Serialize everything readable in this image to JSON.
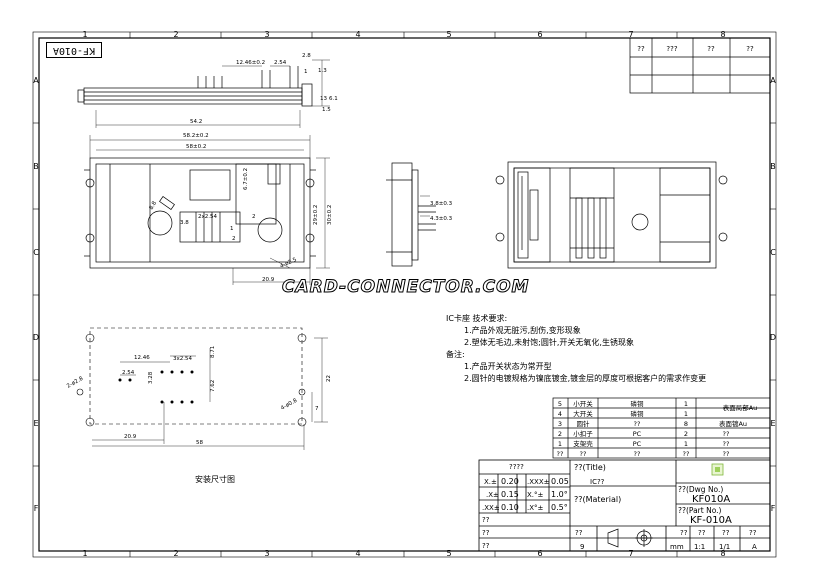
{
  "frame": {
    "cols": [
      "1",
      "2",
      "3",
      "4",
      "5",
      "6",
      "7",
      "8"
    ],
    "rows": [
      "A",
      "B",
      "C",
      "D",
      "E",
      "F"
    ],
    "part_stamp": "KF-010A"
  },
  "revision_table": {
    "headers": [
      "??",
      "???",
      "??",
      "??"
    ]
  },
  "dimensions": {
    "top_pitch": "12.46±0.2",
    "top_2_54": "2.54",
    "top_2_8": "2.8",
    "top_1": "1",
    "top_1_3": "1.3",
    "top_13": "13",
    "top_6_1": "6.1",
    "top_1_5": "1.5",
    "top_len": "54.2",
    "plan_w1": "58.2±0.2",
    "plan_w2": "58±0.2",
    "plan_6_7": "6.7±0.2",
    "plan_2x2_54": "2x2.54",
    "plan_d3_8": "3.8",
    "plan_d1": "1",
    "plan_d2": "2",
    "plan_d8_8": "8.8",
    "plan_2": "2",
    "plan_h1": "29±0.2",
    "plan_h2": "30±0.2",
    "plan_holes": "4-ø2.5",
    "plan_20_9": "20.9",
    "side_3_8": "3.8±0.3",
    "side_4_3": "4.3±0.3",
    "inst_12_46": "12.46",
    "inst_3x2_54": "3x2.54",
    "inst_8_71": "8.71",
    "inst_2_54": "2.54",
    "inst_3_28": "3.28",
    "inst_7_62": "7.62",
    "inst_hole_l": "2-ø2.8",
    "inst_hole_r": "4-ø0.8",
    "inst_20_9": "20.9",
    "inst_58": "58",
    "inst_22": "22",
    "inst_7": "7"
  },
  "watermark": "CARD-CONNECTOR.COM",
  "notes": {
    "title": "IC卡座 技术要求:",
    "req1": "1.产品外观无脏污,刮伤,变形现象",
    "req2": "2.塑体无毛边,未射饱;圆针,开关无氧化,生锈现象",
    "remark_title": "备注:",
    "rem1": "1.产品开关状态为常开型",
    "rem2": "2.圆针的电镀规格为镍底镀金,镀金层的厚度可根据客户的需求作变更"
  },
  "install_label": "安装尺寸图",
  "bom": [
    {
      "no": "5",
      "name": "小开关",
      "mat": "磷铜",
      "qty": "1",
      "note": "表面局部Au"
    },
    {
      "no": "4",
      "name": "大开关",
      "mat": "磷铜",
      "qty": "1",
      "note": ""
    },
    {
      "no": "3",
      "name": "圆针",
      "mat": "??",
      "qty": "8",
      "note": "表面镀Au"
    },
    {
      "no": "2",
      "name": "小扣子",
      "mat": "PC",
      "qty": "2",
      "note": "??"
    },
    {
      "no": "1",
      "name": "支架壳",
      "mat": "PC",
      "qty": "1",
      "note": "??"
    },
    {
      "no": "??",
      "name": "??",
      "mat": "??",
      "qty": "??",
      "note": "??"
    }
  ],
  "title_block": {
    "tol_head": "????",
    "tol": [
      {
        "a": "X.±",
        "b": "0.20",
        ".c": "",
        "c": ".XXX±",
        "d": "0.05"
      },
      {
        "a": ".X±",
        "b": "0.15",
        "c": "X.°±",
        "d": "1.0°"
      },
      {
        "a": ".XX±",
        "b": "0.10",
        "c": ".X°±",
        "d": "0.5°"
      }
    ],
    "title_label": "??(Title)",
    "title_value": "IC??",
    "material_label": "??(Material)",
    "dwg_label": "??(Dwg No.)",
    "dwg_value": "KF010A",
    "part_label": "??(Part No.)",
    "part_value": "KF-010A",
    "sign_rows": [
      "??",
      "??",
      "??"
    ],
    "sign_cols": [
      "??",
      "??",
      "??",
      "??",
      "??"
    ],
    "scale_unit": "mm",
    "scale": "1:1",
    "sheet": "1/1",
    "rev": "A",
    "proj_num": "9"
  }
}
